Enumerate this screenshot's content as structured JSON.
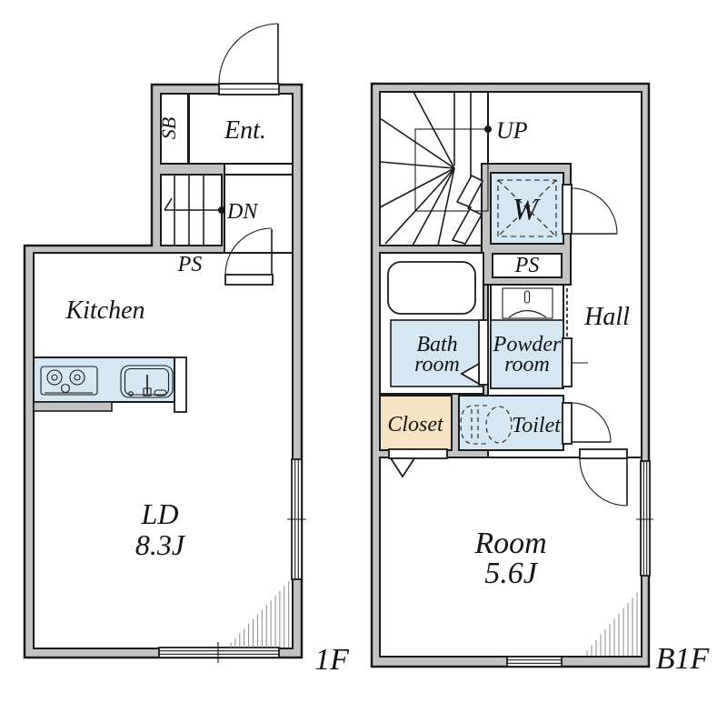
{
  "f1": {
    "sb": "SB",
    "ent": "Ent.",
    "dn": "DN",
    "ps": "PS",
    "kitchen": "Kitchen",
    "ld": "LD",
    "ld_size": "8.3J",
    "label": "1F"
  },
  "b1": {
    "up": "UP",
    "w": "W",
    "ps": "PS",
    "hall": "Hall",
    "bath1": "Bath",
    "bath2": "room",
    "powder1": "Powder",
    "powder2": "room",
    "closet": "Closet",
    "toilet": "Toilet",
    "room": "Room",
    "room_size": "5.6J",
    "label": "B1F"
  },
  "colors": {
    "wall": "#c2c2c2",
    "wet_area_fill": "#d5e7f3",
    "storage_fill": "#f6e3c3",
    "line": "#1a1a1a",
    "background": "#ffffff"
  }
}
